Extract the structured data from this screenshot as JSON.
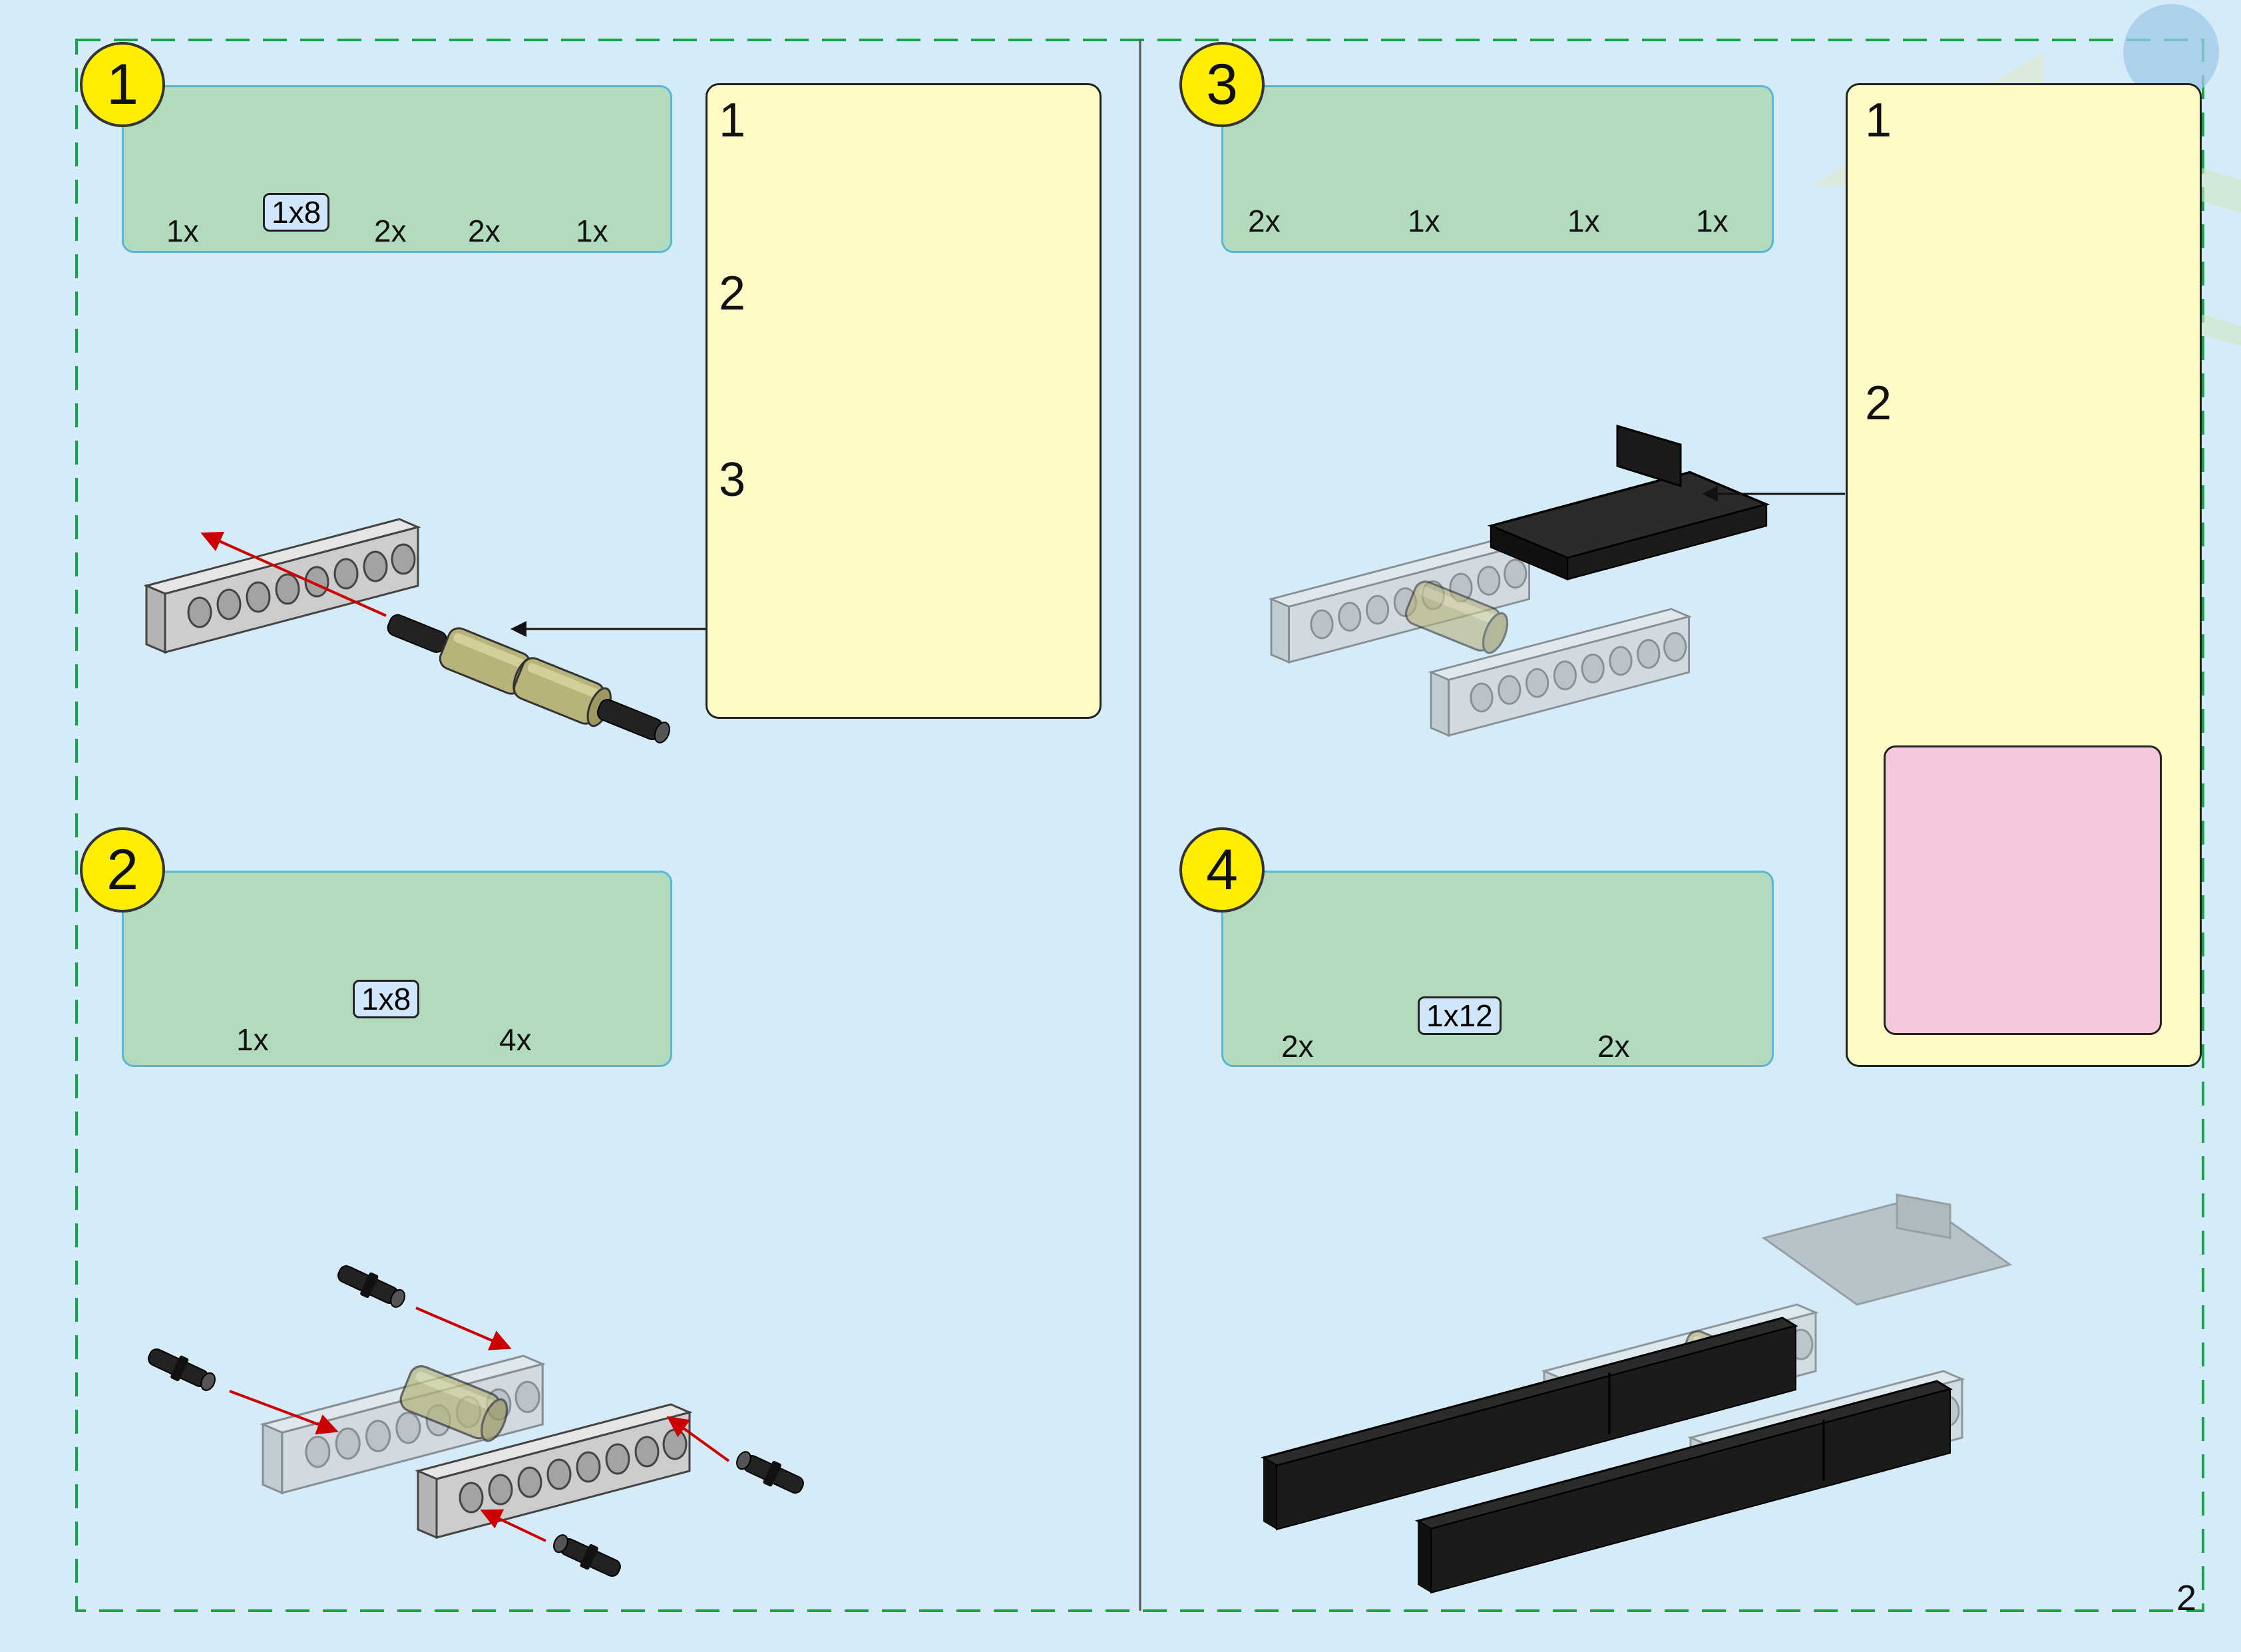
{
  "page_number": "2",
  "colors": {
    "background": "#d5ecf8",
    "parts_panel": "#b2dbbd",
    "substep_panel": "#fefbc6",
    "pink_panel": "#f6c8dc",
    "step_badge": "#ffee00",
    "arrow": "#cc0000",
    "dashed_border": "#16a34a"
  },
  "steps": [
    {
      "number": "1",
      "parts": [
        {
          "icon": "gray-technic-beam-1x8",
          "quantity": "1x",
          "size_label": "1x8"
        },
        {
          "icon": "tan-axle-connector",
          "quantity": "2x"
        },
        {
          "icon": "black-friction-pin",
          "quantity": "2x"
        },
        {
          "icon": "gray-pin-with-bush",
          "quantity": "1x"
        }
      ],
      "substeps": [
        "1",
        "2",
        "3"
      ]
    },
    {
      "number": "2",
      "parts": [
        {
          "icon": "gray-technic-beam-1x8",
          "quantity": "1x",
          "size_label": "1x8"
        },
        {
          "icon": "black-friction-pin",
          "quantity": "4x"
        }
      ]
    },
    {
      "number": "3",
      "parts": [
        {
          "icon": "black-plate-2x6",
          "quantity": "2x"
        },
        {
          "icon": "black-plate-1x8",
          "quantity": "1x"
        },
        {
          "icon": "black-bracket",
          "quantity": "1x"
        },
        {
          "icon": "gray-round-plate",
          "quantity": "1x"
        }
      ],
      "substeps": [
        "1",
        "2"
      ]
    },
    {
      "number": "4",
      "parts": [
        {
          "icon": "black-technic-beam-1x12",
          "quantity": "2x",
          "size_label": "1x12"
        },
        {
          "icon": "black-brick-1x3",
          "quantity": "2x"
        }
      ]
    }
  ]
}
